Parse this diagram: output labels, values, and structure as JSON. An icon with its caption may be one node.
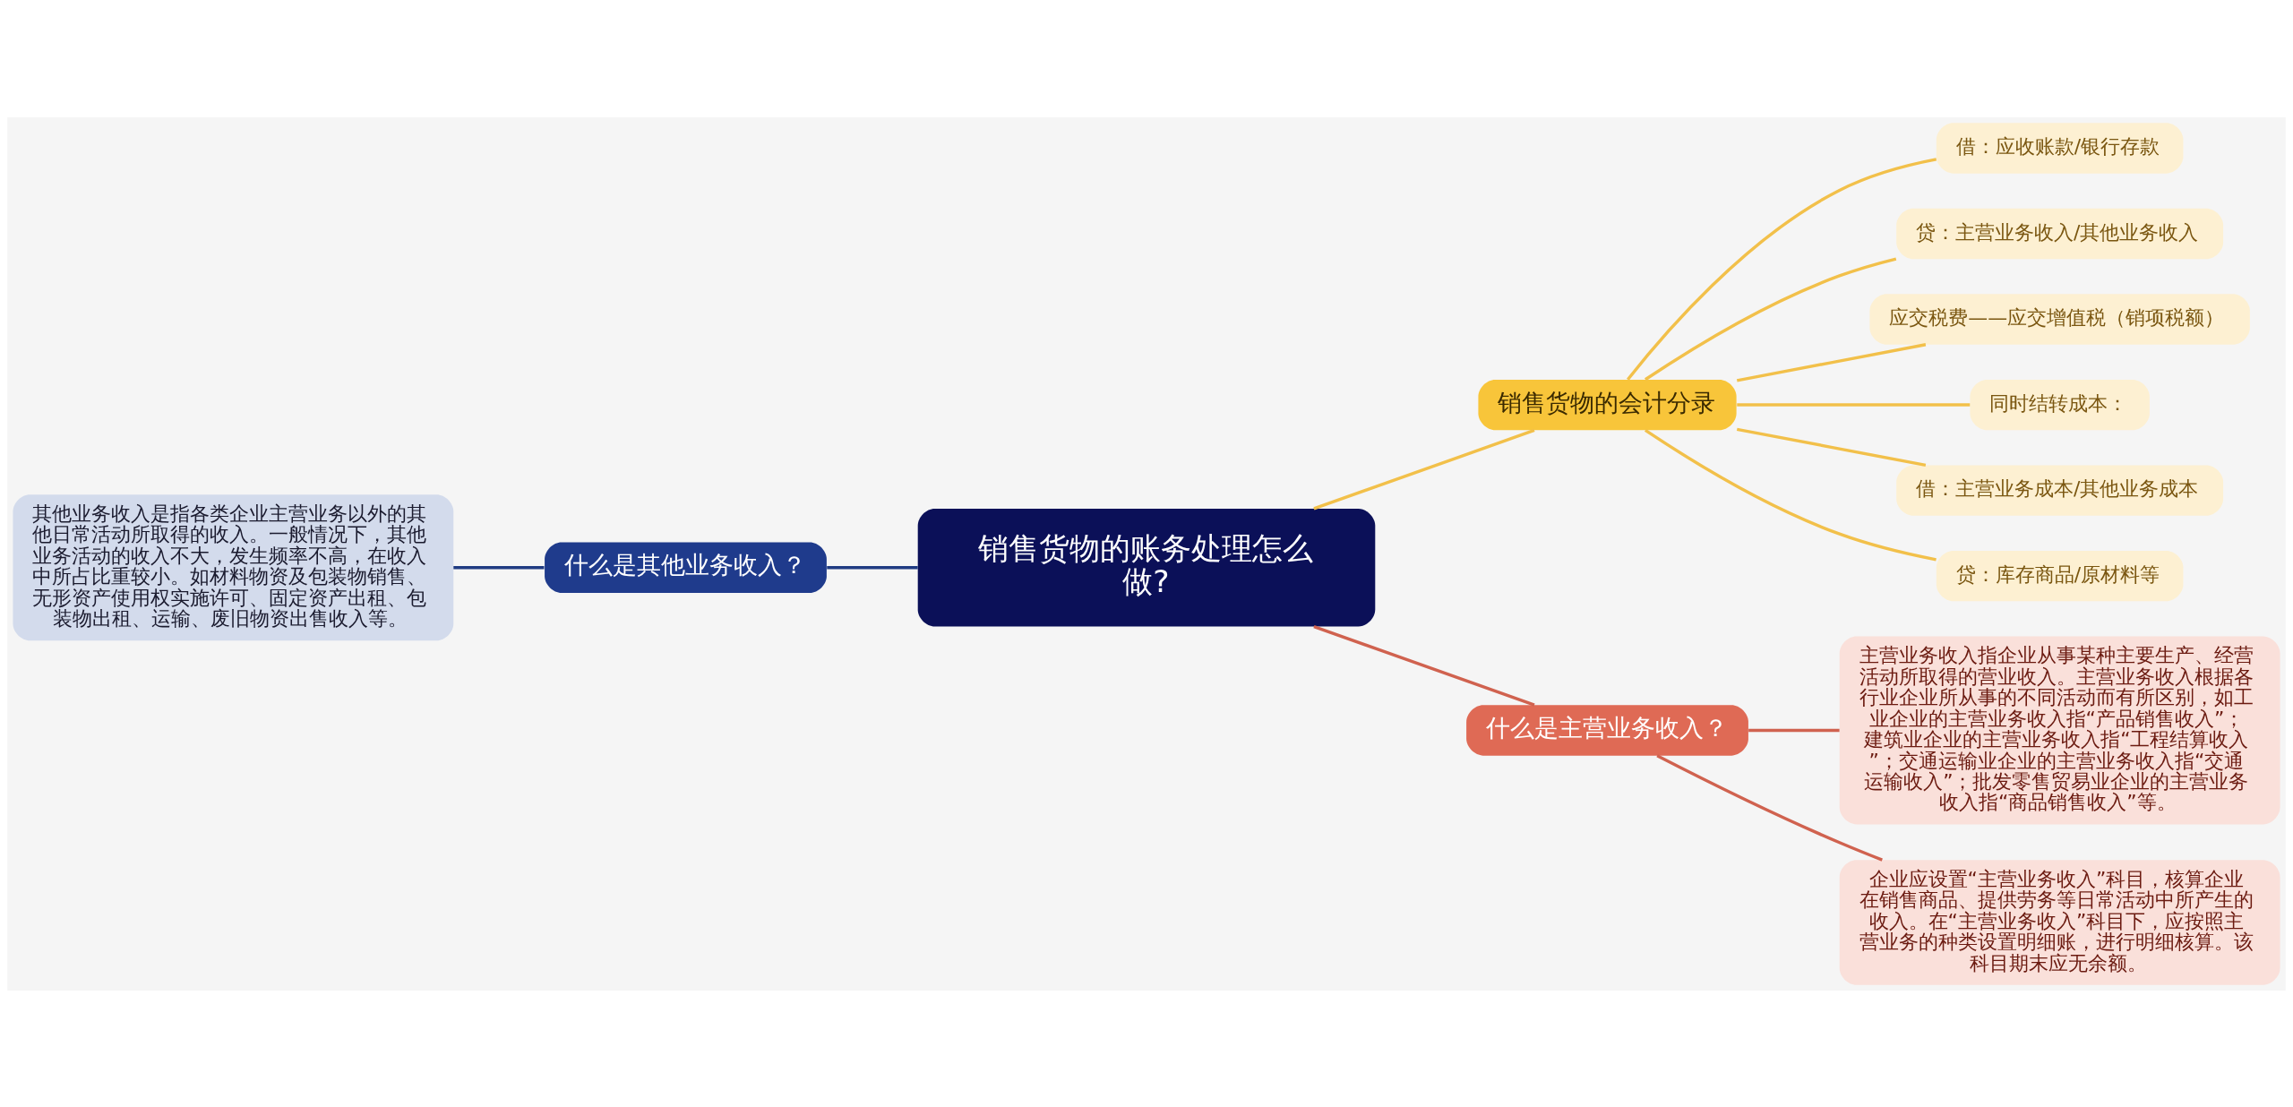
{
  "diagram": {
    "nodes": [
      {
        "text": [
          "销售货物的账务处理怎么做?"
        ]
      },
      {
        "text": [
          "销售货物的会计分录"
        ]
      },
      {
        "text": [
          "借：应收账款/银行存款"
        ]
      },
      {
        "text": [
          "贷：主营业务收入/其他业务收入"
        ]
      },
      {
        "text": [
          "应交税费——应交增值税（销项税额）"
        ]
      },
      {
        "text": [
          "同时结转成本："
        ]
      },
      {
        "text": [
          "借：主营业务成本/其他业务成本"
        ]
      },
      {
        "text": [
          "贷：库存商品/原材料等"
        ]
      },
      {
        "text": [
          "什么是其他业务收入？"
        ]
      },
      {
        "text": [
          "其他业务收入是指各类企业主营业务以外的其他日常活动所取得的收入。一般情况下，其他业务活动的收入不大，发生频率不高，在收入中所占比重较小。如材料物资及包装物销售、无形资产使用权实施许可、固定资产出租、包装物出租、运输、废旧物资出售收入等。"
        ]
      },
      {
        "text": [
          "什么是主营业务收入？"
        ]
      },
      {
        "text": [
          "主营业务收入指企业从事某种主要生产、经营活动所取得的营业收入。主营业务收入根据各行业企业所从事的不同活动而有所区别，如工业企业的主营业务收入指“产品销售收入”；建筑业企业的主营业务收入指“工程结算收入”；交通运输业企业的主营业务收入指“交通运输收入”；批发零售贸易业企业的主营业务收入指“商品销售收入”等。"
        ]
      },
      {
        "text": [
          "企业应设置“主营业务收入”科目，核算企业在销售商品、提供劳务等日常活动中所产生的收入。在“主营业务收入”科目下，应按照主营业务的种类设置明细账，进行明细核算。该科目期末应无余额。"
        ]
      }
    ],
    "edges": [
      {
        "from": 0,
        "to": 1,
        "arrow": "none"
      },
      {
        "from": 1,
        "to": 2,
        "arrow": "none"
      },
      {
        "from": 1,
        "to": 3,
        "arrow": "none"
      },
      {
        "from": 1,
        "to": 4,
        "arrow": "none"
      },
      {
        "from": 1,
        "to": 5,
        "arrow": "none"
      },
      {
        "from": 1,
        "to": 6,
        "arrow": "none"
      },
      {
        "from": 1,
        "to": 7,
        "arrow": "none"
      },
      {
        "from": 0,
        "to": 8,
        "arrow": "none",
        "color": "#1f3b82"
      },
      {
        "from": 8,
        "to": 9,
        "arrow": "none",
        "color": "#1f3b82"
      },
      {
        "from": 0,
        "to": 10,
        "arrow": "none",
        "color": "#d0624f"
      },
      {
        "from": 10,
        "to": 11,
        "arrow": "none",
        "color": "#d0624f"
      },
      {
        "from": 10,
        "to": 12,
        "arrow": "none",
        "color": "#d0624f"
      }
    ]
  }
}
